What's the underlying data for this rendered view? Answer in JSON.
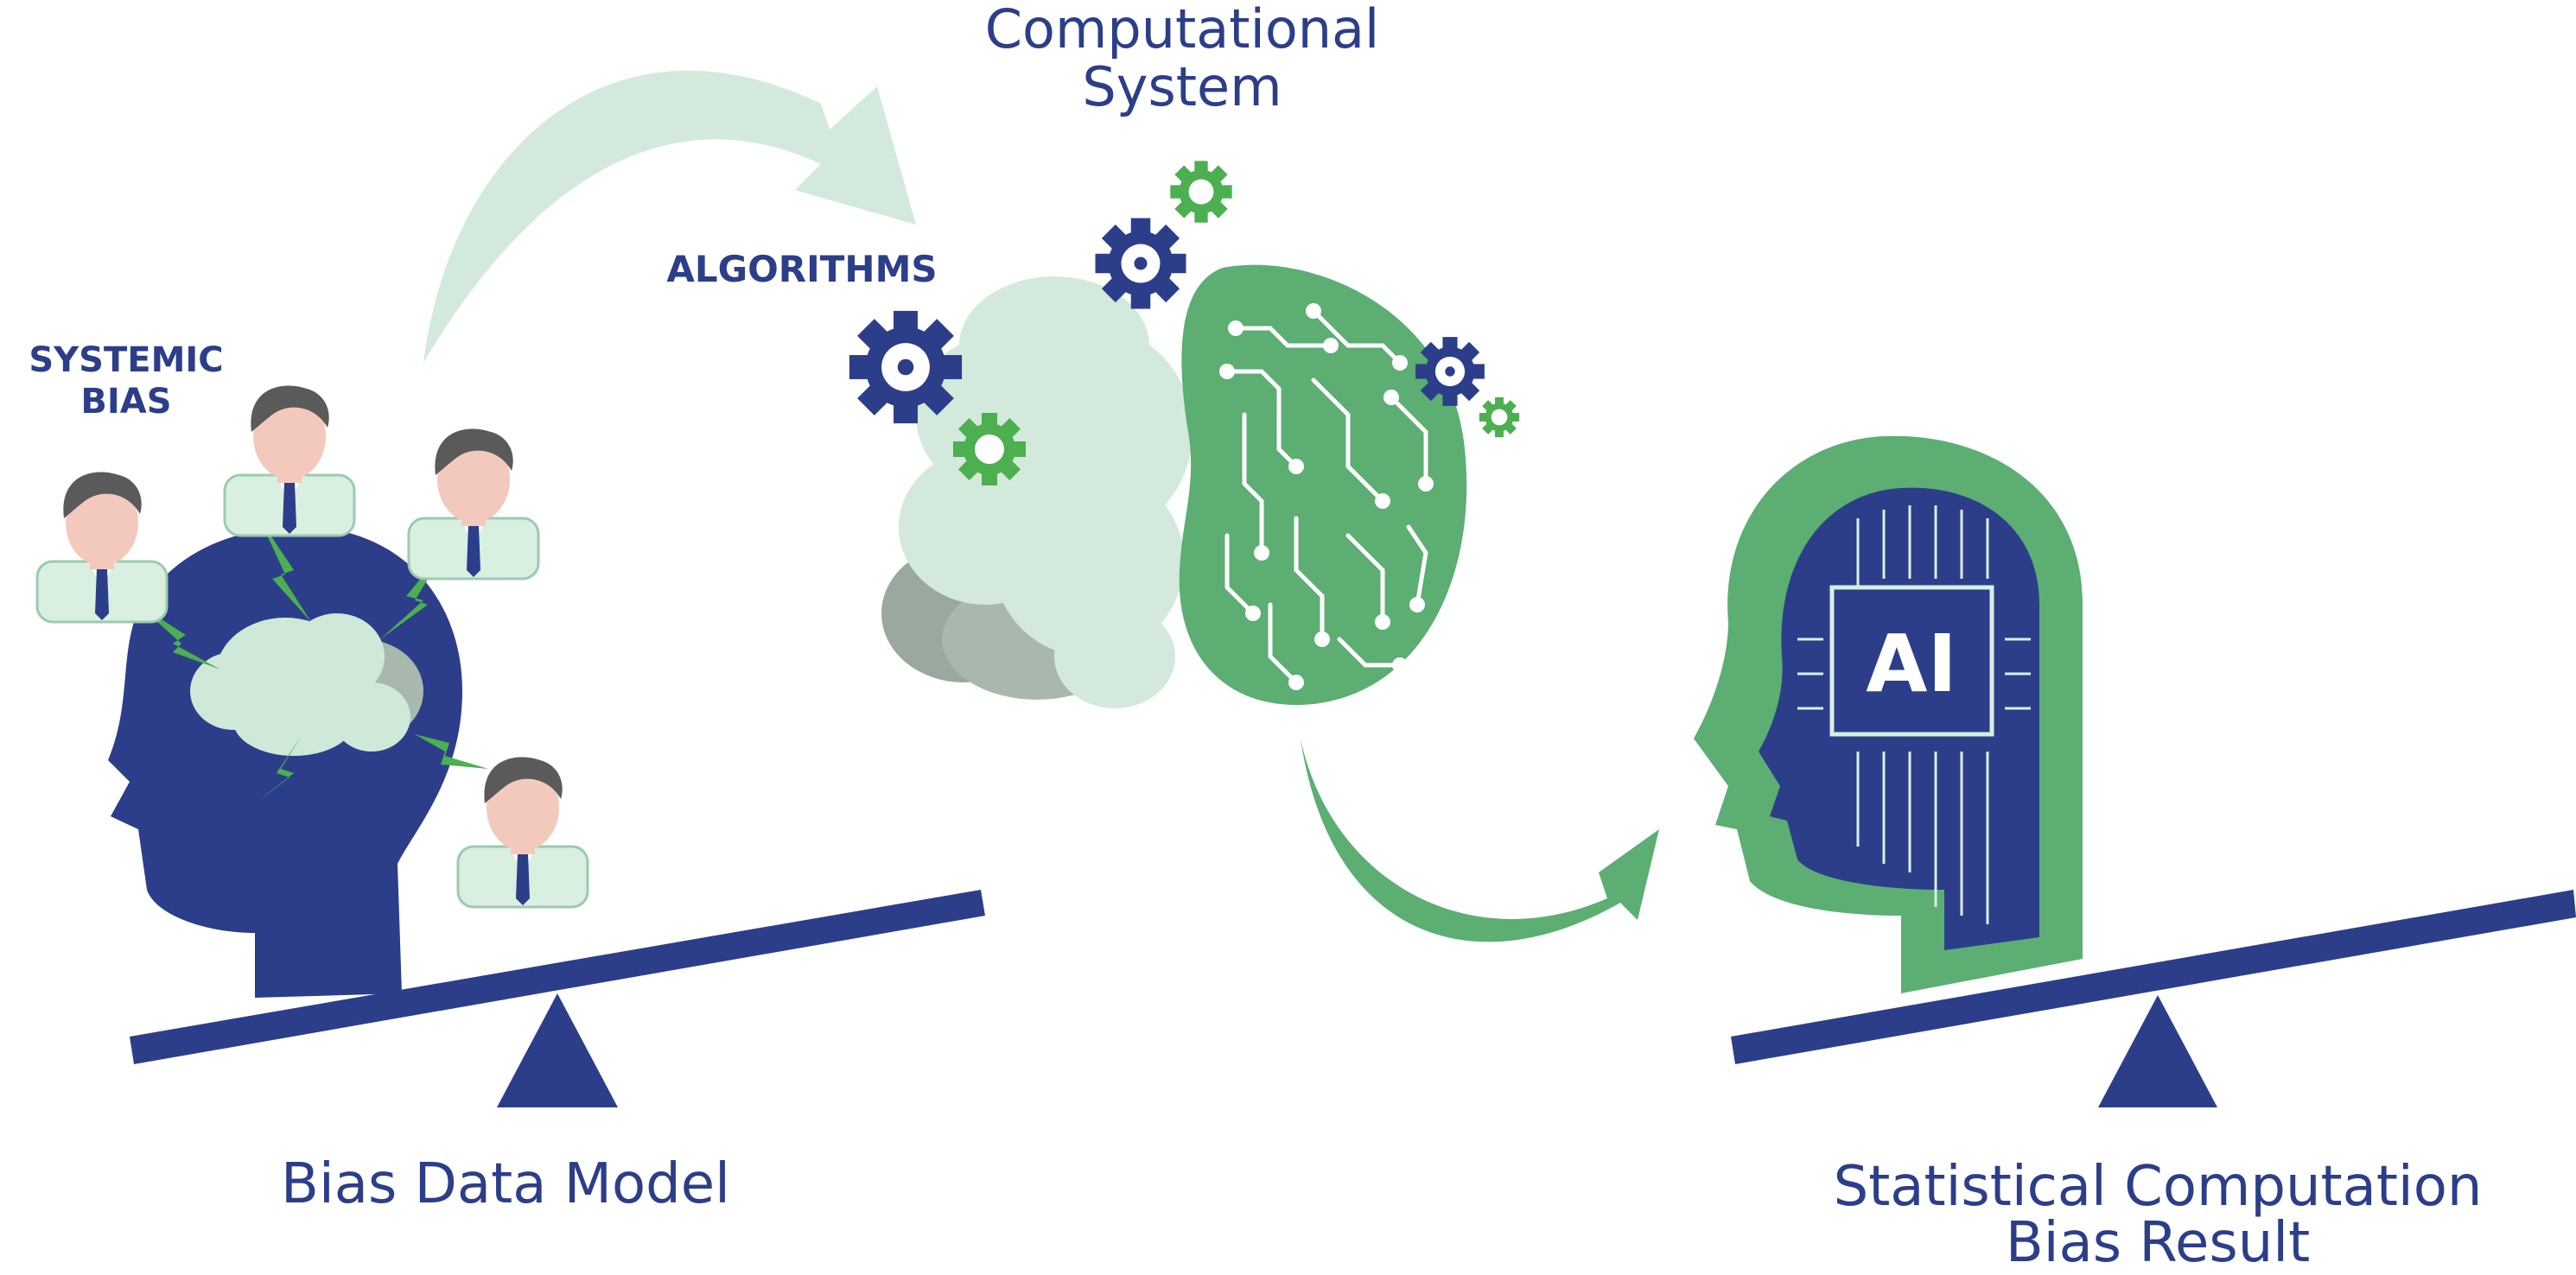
{
  "labels": {
    "computational_line1": "Computational",
    "computational_line2": "System",
    "algorithms": "ALGORITHMS",
    "systemic_line1": "SYSTEMIC",
    "systemic_line2": "BIAS",
    "ai_chip": "AI",
    "bias_data_model": "Bias Data Model",
    "statistical_line1": "Statistical Computation",
    "statistical_line2": "Bias Result"
  },
  "colors": {
    "navy": "#2c3e8a",
    "green": "#5cae73",
    "light_green": "#d2e9db",
    "pale_green": "#cfe8d8",
    "grey_cloud": "#a9b8ad",
    "skin": "#f2c9bc",
    "hair": "#5a5a5a",
    "bolt": "#4caf50"
  },
  "icons": [
    "gear-icon",
    "person-icon",
    "lightning-bolt-icon",
    "cloud-icon",
    "circuit-brain-icon",
    "ai-chip-icon",
    "seesaw-icon",
    "arrow-icon"
  ]
}
